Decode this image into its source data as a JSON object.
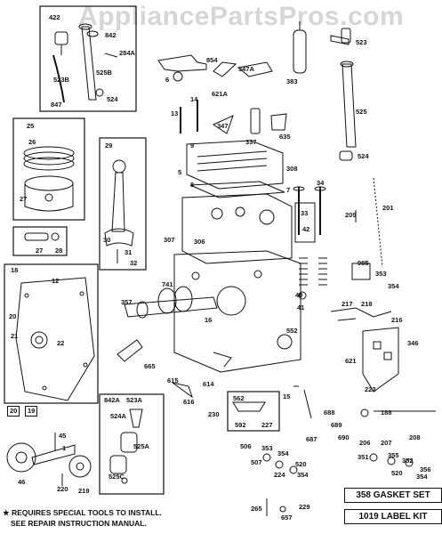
{
  "watermark": "AppliancePartsPros.com",
  "kits": {
    "gasket_set": "358 GASKET SET",
    "label_kit": "1019 LABEL KIT"
  },
  "notes": {
    "line1": "★ REQUIRES SPECIAL TOOLS TO INSTALL.",
    "line2": "SEE REPAIR INSTRUCTION MANUAL."
  },
  "labels": {
    "l422": "422",
    "l842": "842",
    "l284a": "284A",
    "l523b": "523B",
    "l525b": "525B",
    "l524a": "524",
    "l847": "847",
    "l854": "854",
    "l6": "6",
    "l621a": "621A",
    "l347a": "347A",
    "l383": "383",
    "l523": "523",
    "l525": "525",
    "l524b": "524",
    "l14": "14",
    "l13": "13",
    "l347": "347",
    "l337": "337",
    "l635": "635",
    "l9": "9",
    "l25": "25",
    "l26": "26",
    "l27a": "27",
    "l29": "29",
    "l30": "30",
    "l31": "31",
    "l32": "32",
    "l5": "5",
    "l308": "308",
    "l8": "8",
    "l7": "7",
    "l34": "34",
    "l201": "201",
    "l33": "33",
    "l209": "209",
    "l42": "42",
    "l307": "307",
    "l306": "306",
    "l27b": "27",
    "l28": "28",
    "l18": "18",
    "l12": "12",
    "l741": "741",
    "l985": "985",
    "l353a": "353",
    "l354a": "354",
    "l20a": "20",
    "l357": "357",
    "l16": "16",
    "l40": "40",
    "l41": "41",
    "l217": "217",
    "l218": "218",
    "l216": "216",
    "l21": "21",
    "l22": "22",
    "l552": "552",
    "l346": "346",
    "l665": "665",
    "l621b": "621",
    "l222": "222",
    "l615": "615",
    "l614": "614",
    "l616": "616",
    "l15": "15",
    "l230": "230",
    "l20b": "20",
    "l19": "19",
    "l842a": "842A",
    "l523a": "523A",
    "l562": "562",
    "l592": "592",
    "l227": "227",
    "l188": "188",
    "l524a2": "524A",
    "l688": "688",
    "l689": "689",
    "l690": "690",
    "l206": "206",
    "l207": "207",
    "l208": "208",
    "l45": "45",
    "l1": "1",
    "l525a": "525A",
    "l687": "687",
    "l506": "506",
    "l353b": "353",
    "l354b": "354",
    "l351": "351",
    "l355": "355",
    "l352": "352",
    "l356": "356",
    "l520a": "520",
    "l520b": "520",
    "l46": "46",
    "l220": "220",
    "l219": "219",
    "l525c": "525C",
    "l507": "507",
    "l224": "224",
    "l354c": "354",
    "l354d": "354",
    "l265": "265",
    "l657": "657",
    "l229": "229"
  }
}
